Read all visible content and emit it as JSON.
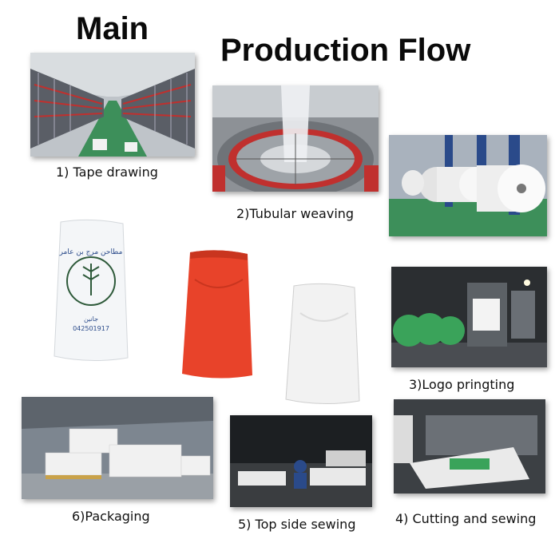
{
  "title": {
    "line1": "Main",
    "line2": "Production Flow"
  },
  "steps": [
    {
      "caption": "1) Tape drawing"
    },
    {
      "caption": "2)Tubular weaving"
    },
    {
      "caption": "3)Logo pringting"
    },
    {
      "caption": "4) Cutting and sewing"
    },
    {
      "caption": "5) Top side sewing"
    },
    {
      "caption": "6)Packaging"
    }
  ],
  "bag_print": {
    "arabic_brand": "مطاحن مرج بن عامر",
    "bottom_text": "جانين",
    "phone": "042501917"
  },
  "colors": {
    "text": "#111111",
    "red_bag": "#e8432a",
    "floor_green": "#3d8f5a",
    "machine_red": "#c0302e",
    "roll_white": "#eeeeee",
    "factory_blue": "#2a4a8a"
  }
}
